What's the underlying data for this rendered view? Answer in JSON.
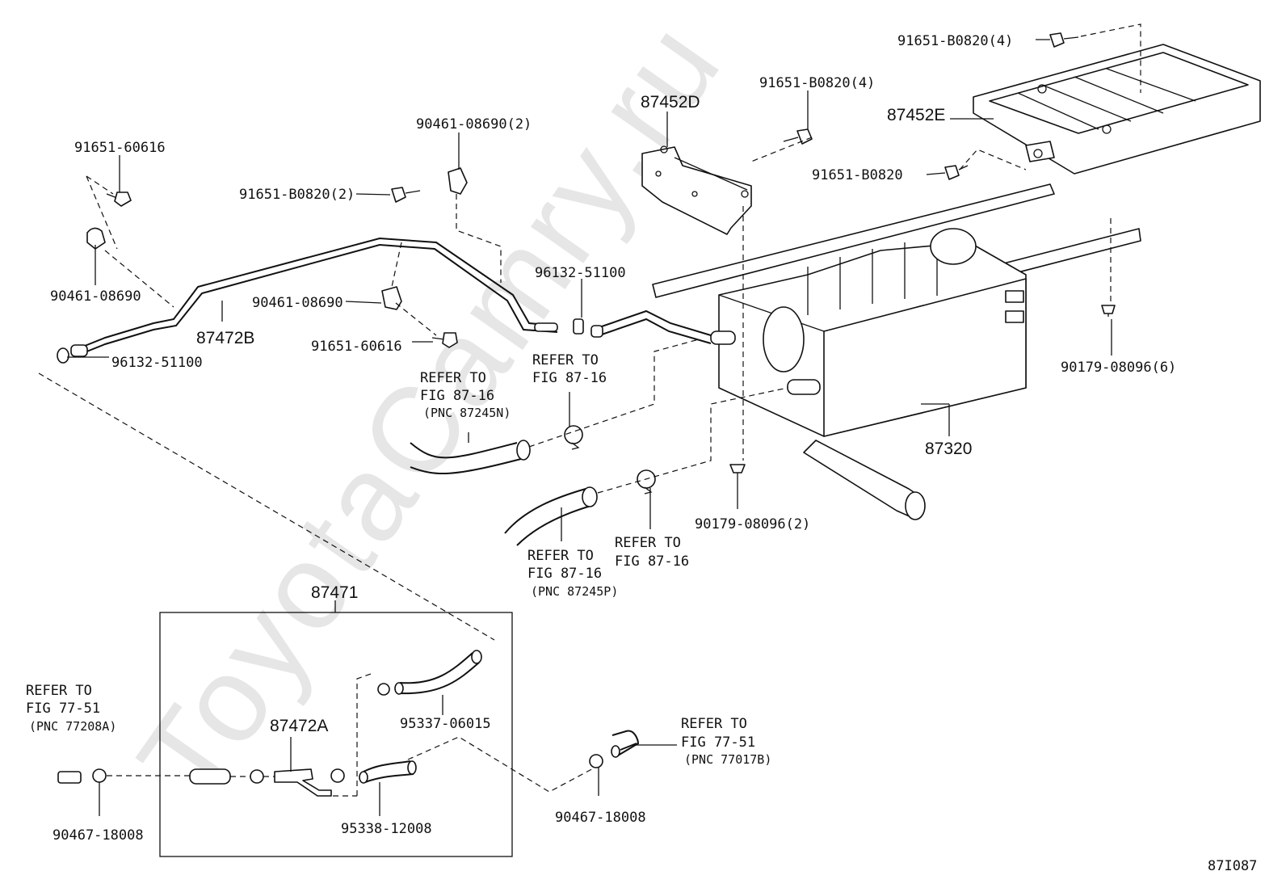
{
  "watermark": "ToyotaCamry.ru",
  "figure_code": "87I087",
  "parts": {
    "p87452D": "87452D",
    "p87452E": "87452E",
    "p87472B": "87472B",
    "p87320": "87320",
    "p87471": "87471",
    "p87472A": "87472A",
    "b91651_B0820_4_top": "91651-B0820(4)",
    "b91651_B0820_4_mid": "91651-B0820(4)",
    "b91651_B0820_single": "91651-B0820",
    "b91651_B0820_2": "91651-B0820(2)",
    "b91651_60616_top": "91651-60616",
    "b91651_60616_mid": "91651-60616",
    "c90461_08690_2": "90461-08690(2)",
    "c90461_08690_left": "90461-08690",
    "c90461_08690_mid": "90461-08690",
    "h96132_51100_center": "96132-51100",
    "h96132_51100_left": "96132-51100",
    "g90179_08096_6": "90179-08096(6)",
    "g90179_08096_2": "90179-08096(2)",
    "h95337_06015": "95337-06015",
    "h95338_12008": "95338-12008",
    "k90467_18008_left": "90467-18008",
    "k90467_18008_right": "90467-18008"
  },
  "references": {
    "ref_a": {
      "l1": "REFER TO",
      "l2": "FIG 87-16",
      "l3": "(PNC 87245N)"
    },
    "ref_b": {
      "l1": "REFER TO",
      "l2": "FIG 87-16"
    },
    "ref_c": {
      "l1": "REFER TO",
      "l2": "FIG 87-16",
      "l3": "(PNC 87245P)"
    },
    "ref_d": {
      "l1": "REFER TO",
      "l2": "FIG 87-16"
    },
    "ref_e": {
      "l1": "REFER TO",
      "l2": "FIG 77-51",
      "l3": "(PNC 77208A)"
    },
    "ref_f": {
      "l1": "REFER TO",
      "l2": "FIG 77-51",
      "l3": "(PNC 77017B)"
    }
  }
}
